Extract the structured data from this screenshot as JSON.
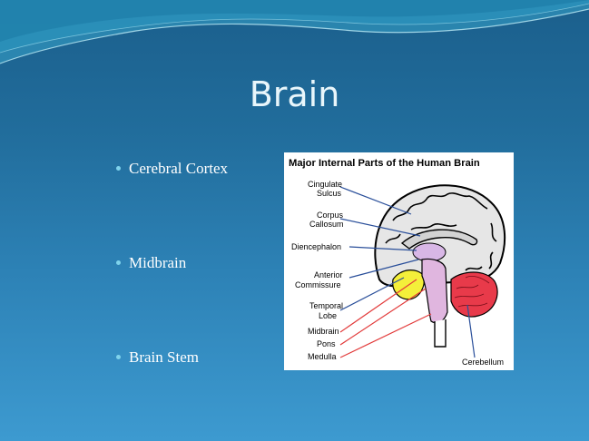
{
  "slide": {
    "title": "Brain",
    "bullets": [
      "Cerebral Cortex",
      "Midbrain",
      "Brain Stem"
    ]
  },
  "figure": {
    "title": "Major Internal Parts of the Human Brain",
    "labels": {
      "cingulate_1": "Cingulate",
      "cingulate_2": "Sulcus",
      "corpus_1": "Corpus",
      "corpus_2": "Callosum",
      "diencephalon": "Diencephalon",
      "anterior_1": "Anterior",
      "anterior_2": "Commissure",
      "temporal_1": "Temporal",
      "temporal_2": "Lobe",
      "midbrain": "Midbrain",
      "pons": "Pons",
      "medulla": "Medulla",
      "cerebellum": "Cerebellum"
    }
  },
  "colors": {
    "background_top": "#1b5f8c",
    "background_bottom": "#3d9ad0",
    "bullet_marker": "#7fd3ec",
    "brain_lobe": "#e6e6e6",
    "cerebellum": "#e83a4a",
    "brainstem": "#e0b6df",
    "temporal": "#f4ef3a",
    "leader_blue": "#2a4f9a",
    "leader_red": "#e23a3a"
  }
}
